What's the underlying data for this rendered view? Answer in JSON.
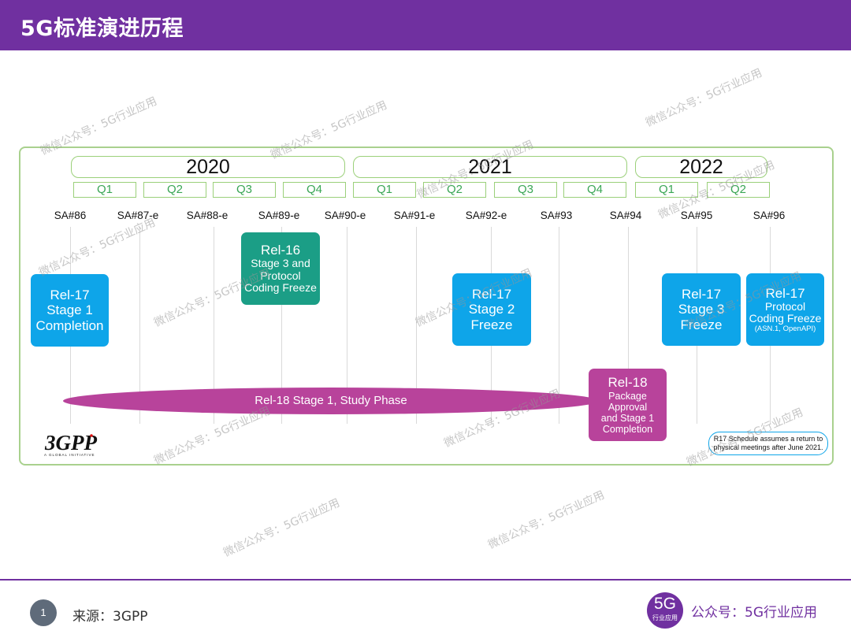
{
  "header": {
    "title": "5G标准演进历程"
  },
  "timeline": {
    "years": [
      "2020",
      "2021",
      "2022"
    ],
    "quarters": [
      "Q1",
      "Q2",
      "Q3",
      "Q4",
      "Q1",
      "Q2",
      "Q3",
      "Q4",
      "Q1",
      "Q2"
    ],
    "meetings": [
      "SA#86",
      "SA#87-e",
      "SA#88-e",
      "SA#89-e",
      "SA#90-e",
      "SA#91-e",
      "SA#92-e",
      "SA#93",
      "SA#94",
      "SA#95",
      "SA#96"
    ],
    "milestones": {
      "rel17_stage1": {
        "l1": "Rel-17",
        "l2": "Stage 1",
        "l3": "Completion"
      },
      "rel16_freeze": {
        "l1": "Rel-16",
        "l2": "Stage  3 and",
        "l3": "Protocol",
        "l4": "Coding Freeze"
      },
      "rel17_stage2": {
        "l1": "Rel-17",
        "l2": "Stage 2",
        "l3": "Freeze"
      },
      "rel17_stage3": {
        "l1": "Rel-17",
        "l2": "Stage 3",
        "l3": "Freeze"
      },
      "rel17_protocol": {
        "l1": "Rel-17",
        "l2": "Protocol",
        "l3": "Coding Freeze",
        "l4": "(ASN.1, OpenAPI)"
      },
      "rel18_package": {
        "l1": "Rel-18",
        "l2": "Package",
        "l3": "Approval",
        "l4": "and Stage 1",
        "l5": "Completion"
      }
    },
    "study_phase": "Rel-18 Stage 1, Study Phase",
    "note": {
      "line1": "R17 Schedule assumes a return to",
      "line2": "physical meetings after June 2021."
    },
    "logo": {
      "text": "3GPP",
      "tagline": "A GLOBAL INITIATIVE"
    }
  },
  "watermark": "微信公众号：5G行业应用",
  "footer": {
    "page": "1",
    "source": "来源：3GPP",
    "badge_big": "5G",
    "badge_small": "行业应用",
    "brand": "公众号：5G行业应用"
  }
}
